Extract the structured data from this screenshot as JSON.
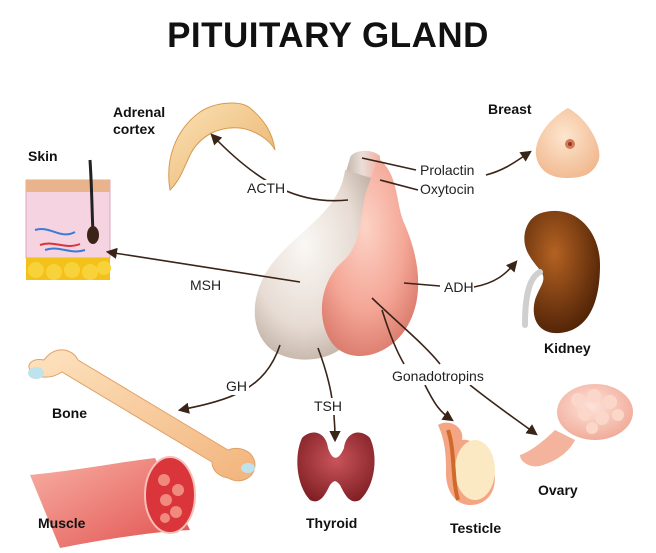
{
  "title": "PITUITARY GLAND",
  "organs": {
    "adrenal_cortex_line1": "Adrenal",
    "adrenal_cortex_line2": "cortex",
    "skin": "Skin",
    "breast": "Breast",
    "kidney": "Kidney",
    "bone": "Bone",
    "muscle": "Muscle",
    "thyroid": "Thyroid",
    "testicle": "Testicle",
    "ovary": "Ovary"
  },
  "hormones": {
    "acth": "ACTH",
    "msh": "MSH",
    "gh": "GH",
    "tsh": "TSH",
    "prolactin": "Prolactin",
    "oxytocin": "Oxytocin",
    "adh": "ADH",
    "gonadotropins": "Gonadotropins"
  },
  "colors": {
    "anterior_lobe": "#e8ddd6",
    "posterior_lobe": "#f4a394",
    "arrow": "#3a2418",
    "bone": "#f8cfa0",
    "kidney": "#7a3a0e",
    "thyroid": "#a8353a",
    "breast": "#fbd6b6",
    "muscle": "#e8575a",
    "ovary": "#f7c3b4"
  }
}
